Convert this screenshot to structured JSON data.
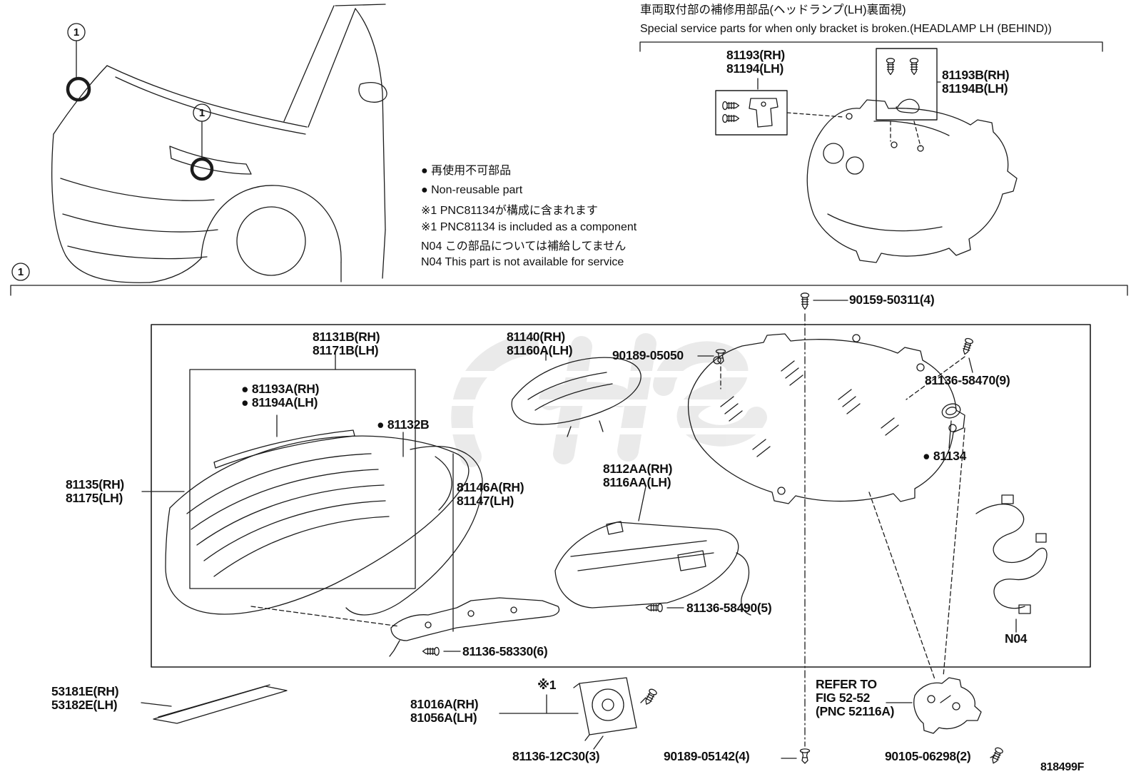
{
  "callout_number": "1",
  "doc_code": "818499F",
  "header": {
    "title_jp": "車両取付部の補修用部品(ヘッドランプ(LH)裏面視)",
    "title_en": "Special service parts for when only bracket is broken.(HEADLAMP LH (BEHIND))"
  },
  "legend": {
    "nonreusable_jp": "● 再使用不可部品",
    "nonreusable_en": "● Non-reusable part",
    "note1_jp": "※1 PNC81134が構成に含まれます",
    "note1_en": "※1 PNC81134 is included as a component",
    "n04_jp": "N04  この部品については補給してません",
    "n04_en": "N04  This part is not available for service"
  },
  "parts": {
    "bracket_top": {
      "l1": "81193(RH)",
      "l2": "81194(LH)"
    },
    "bracket_service": {
      "l1": "81193B(RH)",
      "l2": "81194B(LH)"
    },
    "screw_90159": {
      "l1": "90159-50311(4)"
    },
    "cover_81131b": {
      "l1": "81131B(RH)",
      "l2": "81171B(LH)"
    },
    "lamp_81140": {
      "l1": "81140(RH)",
      "l2": "81160A(LH)"
    },
    "clip_90189_05050": {
      "l1": "90189-05050"
    },
    "screw_81136_58470": {
      "l1": "81136-58470(9)"
    },
    "bracket_81193a": {
      "l1": "● 81193A(RH)",
      "l2": "● 81194A(LH)"
    },
    "part_81132b": {
      "l1": "● 81132B"
    },
    "grommet_81134": {
      "l1": "● 81134"
    },
    "lamp_81135": {
      "l1": "81135(RH)",
      "l2": "81175(LH)"
    },
    "gasket_81146a": {
      "l1": "81146A(RH)",
      "l2": "81147(LH)"
    },
    "unit_8112aa": {
      "l1": "8112AA(RH)",
      "l2": "8116AA(LH)"
    },
    "screw_81136_58490": {
      "l1": "81136-58490(5)"
    },
    "screw_81136_58330": {
      "l1": "81136-58330(6)"
    },
    "harness_n04": {
      "l1": "N04"
    },
    "strip_53181e": {
      "l1": "53181E(RH)",
      "l2": "53182E(LH)"
    },
    "ecu_81016a": {
      "l1": "81016A(RH)",
      "l2": "81056A(LH)"
    },
    "note_x1": {
      "l1": "※1"
    },
    "screw_81136_12c30": {
      "l1": "81136-12C30(3)"
    },
    "clip_90189_05142": {
      "l1": "90189-05142(4)"
    },
    "refer": {
      "l1": "REFER TO",
      "l2": "FIG 52-52",
      "l3": "(PNC 52116A)"
    },
    "screw_90105": {
      "l1": "90105-06298(2)"
    }
  }
}
